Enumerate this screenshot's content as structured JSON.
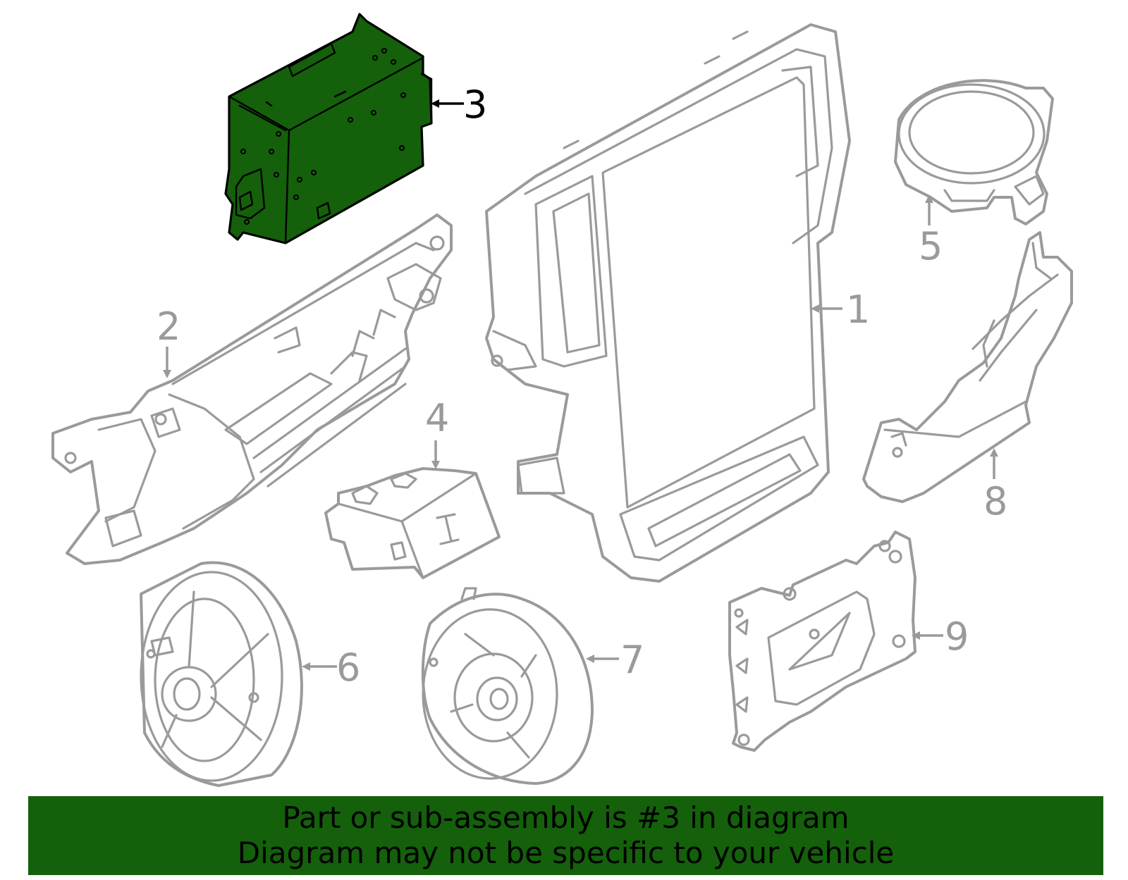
{
  "diagram": {
    "highlighted_part": "3",
    "callouts": [
      {
        "id": "1",
        "label": "1"
      },
      {
        "id": "2",
        "label": "2"
      },
      {
        "id": "3",
        "label": "3"
      },
      {
        "id": "4",
        "label": "4"
      },
      {
        "id": "5",
        "label": "5"
      },
      {
        "id": "6",
        "label": "6"
      },
      {
        "id": "7",
        "label": "7"
      },
      {
        "id": "8",
        "label": "8"
      },
      {
        "id": "9",
        "label": "9"
      }
    ],
    "colors": {
      "highlight_fill": "#14600b",
      "outline_gray": "#9a9a9a",
      "banner_bg": "#14600b",
      "text_black": "#000000"
    }
  },
  "banner": {
    "line1": "Part or sub-assembly is #3 in diagram",
    "line2": "Diagram may not be specific to your vehicle"
  }
}
